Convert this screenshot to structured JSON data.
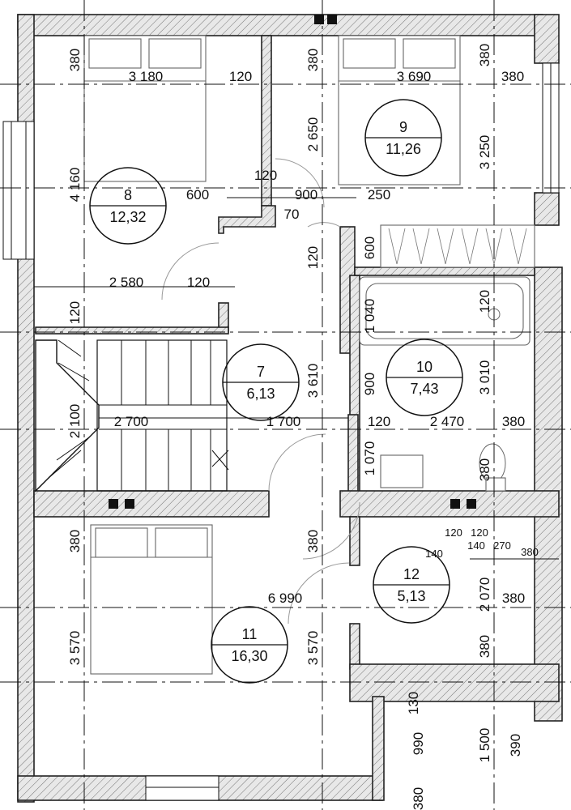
{
  "rooms": [
    {
      "number": "8",
      "area": "12,32"
    },
    {
      "number": "9",
      "area": "11,26"
    },
    {
      "number": "7",
      "area": "6,13"
    },
    {
      "number": "10",
      "area": "7,43"
    },
    {
      "number": "12",
      "area": "5,13"
    },
    {
      "number": "11",
      "area": "16,30"
    }
  ],
  "dimensions": {
    "d380_a": "380",
    "d3180": "3 180",
    "d120_a": "120",
    "d380_b": "380",
    "d3690": "3 690",
    "d380_c": "380",
    "d380_d": "380",
    "d4160": "4 160",
    "d2650": "2 650",
    "d3250": "3 250",
    "d120_b": "120",
    "d600_a": "600",
    "d900_a": "900",
    "d250": "250",
    "d70": "70",
    "d120_c": "120",
    "d600_b": "600",
    "d2580": "2 580",
    "d120_d": "120",
    "d120_e": "120",
    "d120_f": "120",
    "d1040": "1 040",
    "d3610": "3 610",
    "d900_b": "900",
    "d3010": "3 010",
    "d2100": "2 100",
    "d2700": "2 700",
    "d1700": "1 700",
    "d120_g": "120",
    "d2470": "2 470",
    "d380_e": "380",
    "d1070": "1 070",
    "d380_f": "380",
    "d380_g": "380",
    "d380_h": "380",
    "d120_h": "120",
    "d120_i": "120",
    "d140_a": "140",
    "d140_b": "140",
    "d270": "270",
    "d380_i": "380",
    "d6990": "6 990",
    "d2070": "2 070",
    "d380_j": "380",
    "d3570_a": "3 570",
    "d3570_b": "3 570",
    "d380_k": "380",
    "d130": "130",
    "d990": "990",
    "d1500": "1 500",
    "d390": "390",
    "d380_l": "380"
  }
}
